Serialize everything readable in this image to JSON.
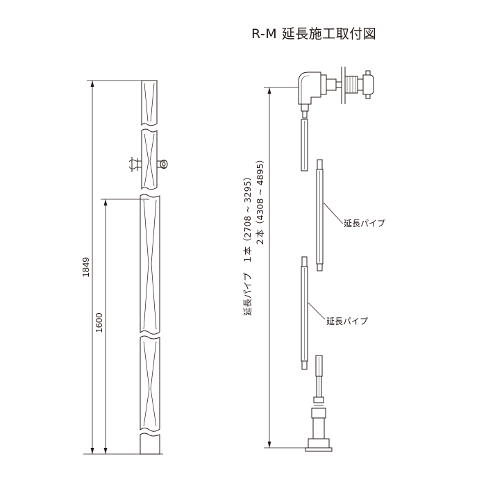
{
  "title": "R-M 延長施工取付図",
  "dimensions": {
    "overall_height": "1849",
    "lower_height": "1600"
  },
  "extension_range": {
    "one_pipe": "延長パイプ　１本（2708 ~ 3295）",
    "two_pipes": "２本（4308 ~ 4895）"
  },
  "labels": {
    "pipe_upper": "延長パイプ",
    "pipe_lower": "延長パイプ"
  }
}
